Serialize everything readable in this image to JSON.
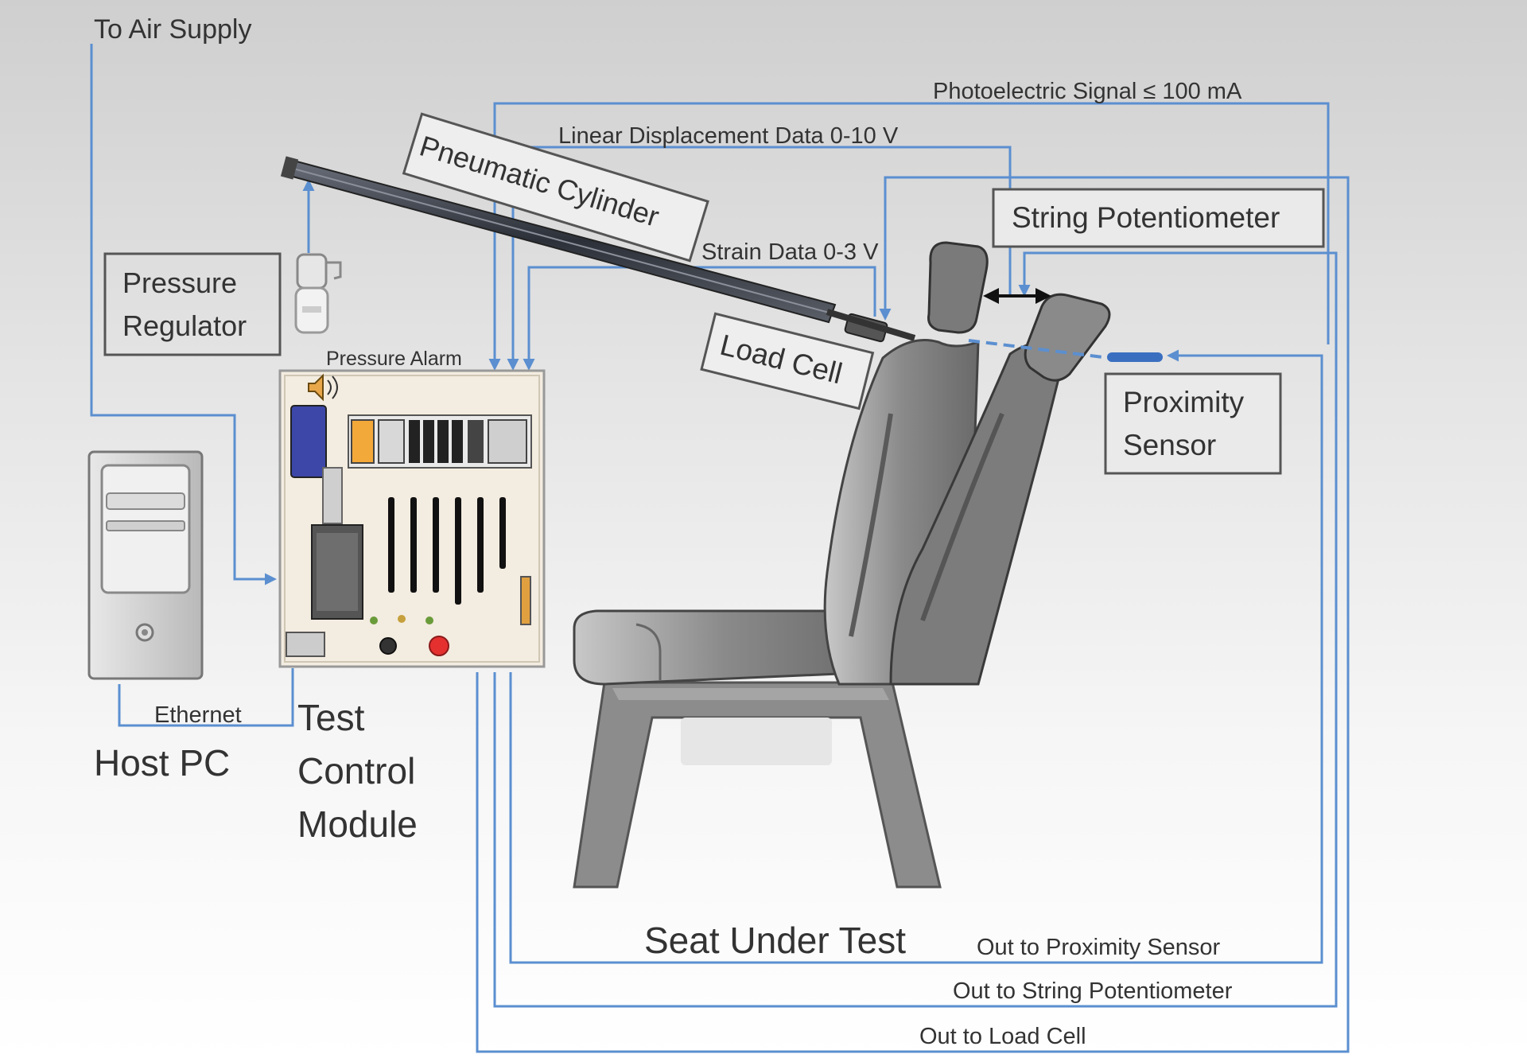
{
  "labels": {
    "to_air_supply": "To Air Supply",
    "photoelectric_signal": "Photoelectric Signal  ≤ 100 mA",
    "linear_displacement": "Linear Displacement Data  0-10 V",
    "pneumatic_cylinder": "Pneumatic  Cylinder",
    "strain_data": "Strain Data  0-3 V",
    "string_potentiometer": "String Potentiometer",
    "pressure_regulator_line1": "Pressure",
    "pressure_regulator_line2": "Regulator",
    "pressure_alarm": "Pressure Alarm",
    "load_cell": "Load Cell",
    "proximity_sensor_line1": "Proximity",
    "proximity_sensor_line2": "Sensor",
    "ethernet": "Ethernet",
    "host_pc": "Host PC",
    "test_control_module_line1": "Test",
    "test_control_module_line2": "Control",
    "test_control_module_line3": "Module",
    "seat_under_test": "Seat Under Test",
    "out_to_proximity_sensor": "Out to Proximity Sensor",
    "out_to_string_potentiometer": "Out to String Potentiometer",
    "out_to_load_cell": "Out to Load Cell"
  },
  "colors": {
    "wire": "#5b8fd0",
    "label_text": "#333333",
    "box_border": "#555555",
    "seat_gray": "#8a8a8a",
    "panel": "#f3ece0",
    "alarm_red": "#e53030",
    "sensor_blue": "#3a6fc0"
  }
}
